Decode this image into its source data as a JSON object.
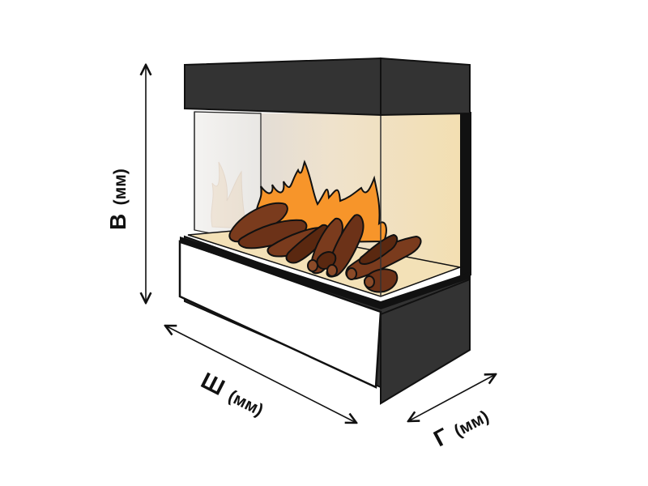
{
  "dimensions": {
    "height": {
      "letter": "В",
      "unit": "(мм)"
    },
    "width": {
      "letter": "Ш",
      "unit": "(мм)"
    },
    "depth": {
      "letter": "Г",
      "unit": "(мм)"
    }
  },
  "colors": {
    "frame": "#333333",
    "outline": "#111111",
    "base_front": "#ffffff",
    "glass_side": "#f1efec",
    "interior_back": "#f2e0b6",
    "flame": "#f7952a",
    "log": "#7a3b1d",
    "log_dark": "#5a2810"
  },
  "icons": [
    "fireplace-icon",
    "flame-icon",
    "log-icon",
    "double-arrow-icon"
  ]
}
